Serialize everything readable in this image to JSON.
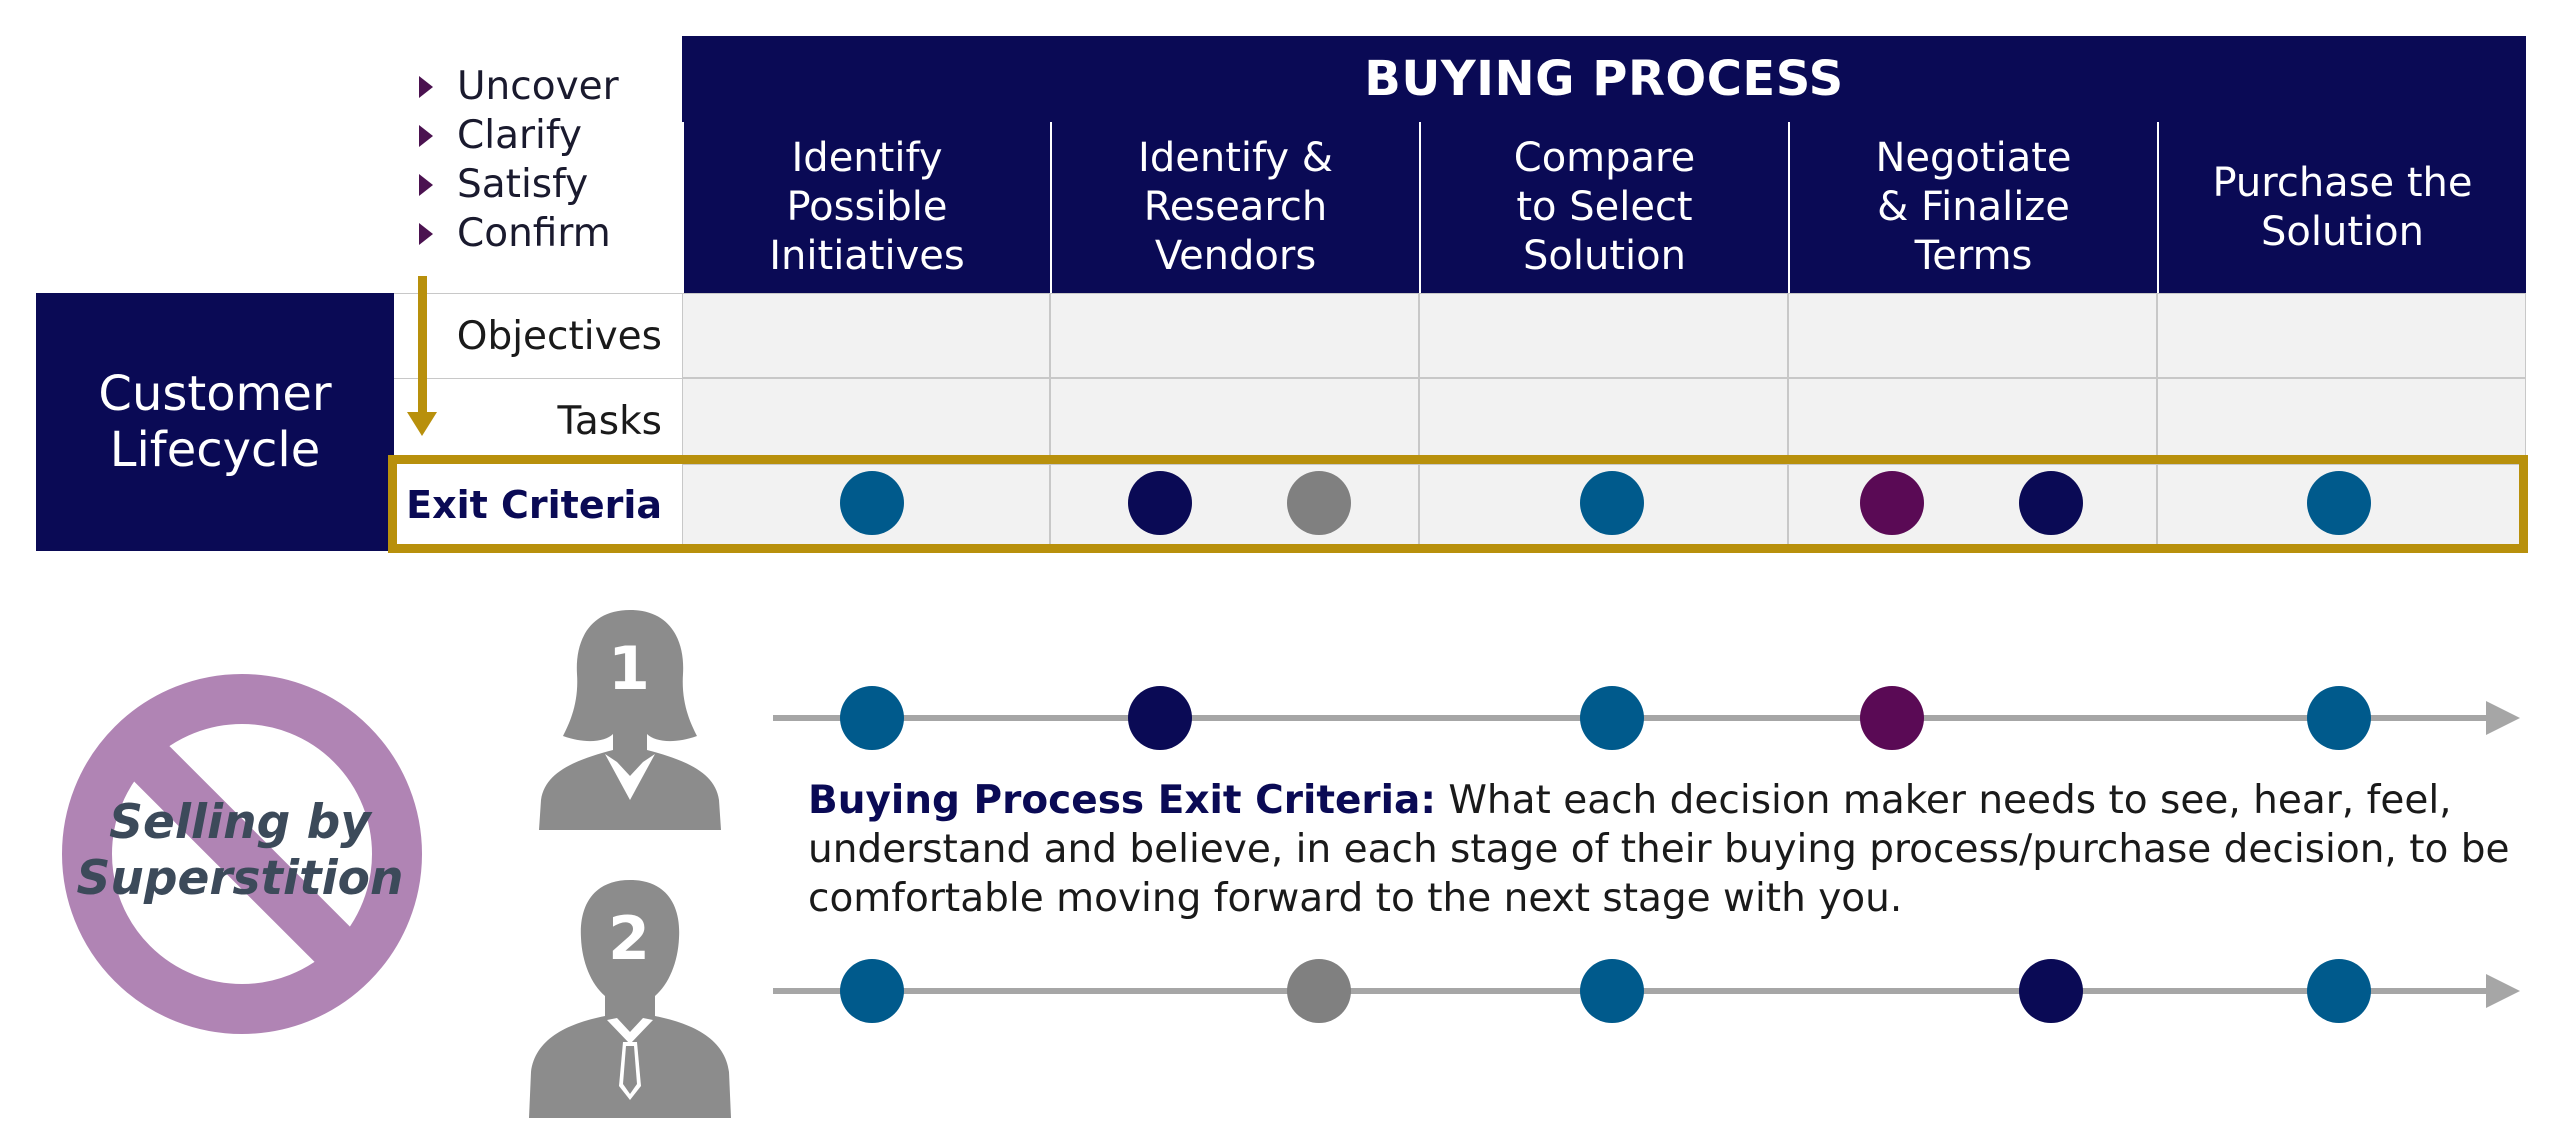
{
  "steps": [
    "Uncover",
    "Clarify",
    "Satisfy",
    "Confirm"
  ],
  "buying_process": {
    "title": "BUYING PROCESS",
    "columns": [
      "Identify\nPossible\nInitiatives",
      "Identify &\nResearch\nVendors",
      "Compare\nto Select\nSolution",
      "Negotiate\n& Finalize\nTerms",
      "Purchase the\nSolution"
    ]
  },
  "lifecycle": {
    "label": "Customer\nLifecycle"
  },
  "rows": {
    "objectives": "Objectives",
    "tasks": "Tasks",
    "exit": "Exit Criteria"
  },
  "colors": {
    "navy": "#0a0a55",
    "blue": "#005a8c",
    "gray": "#808080",
    "purple": "#5a0a55",
    "gold": "#b8900c",
    "ban": "#b084b4"
  },
  "people": {
    "one": "1",
    "two": "2"
  },
  "description": {
    "lead": "Buying Process Exit Criteria:",
    "body": " What each decision maker needs to see, hear, feel, understand and believe, in each stage of their buying process/purchase decision, to be comfortable moving forward to the next stage with you."
  },
  "superstition": {
    "text": "Selling by\nSuperstition"
  }
}
